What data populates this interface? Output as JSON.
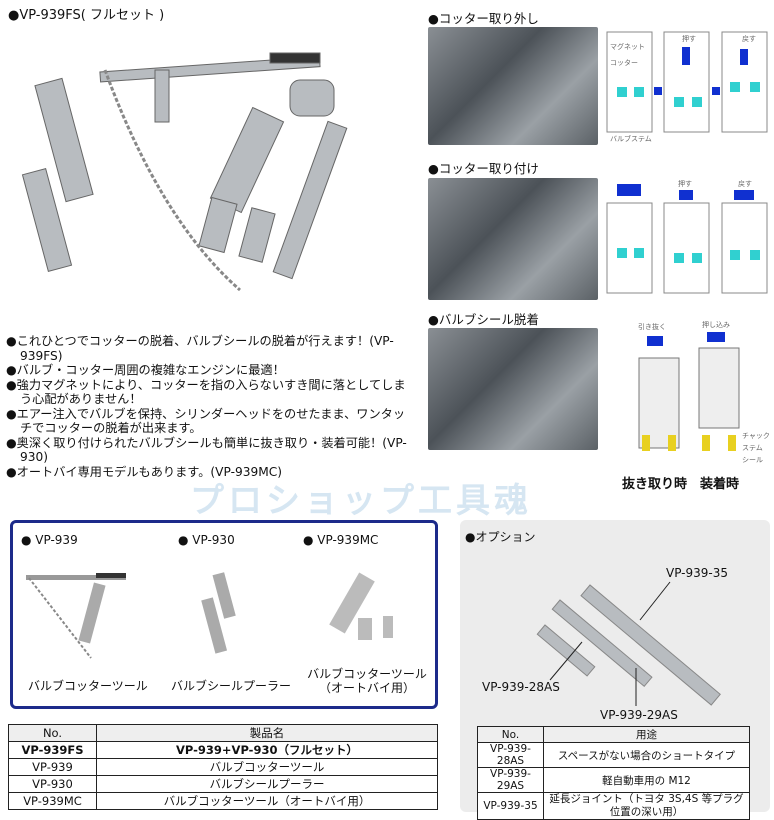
{
  "title": "●VP-939FS( フルセット )",
  "sections": [
    {
      "label": "●コッター取り外し",
      "diagram_labels": [
        "マグネット",
        "コッター",
        "バルブステム",
        "押す",
        "戻す"
      ]
    },
    {
      "label": "●コッター取り付け",
      "diagram_labels": [
        "押す",
        "戻す"
      ]
    },
    {
      "label": "●バルブシール脱着",
      "diagram_labels": [
        "引き抜く",
        "押し込み",
        "チャック",
        "ステム",
        "シール"
      ],
      "captions": [
        "抜き取り時",
        "装着時"
      ]
    }
  ],
  "bullets": [
    "●これひとつでコッターの脱着、バルブシールの脱着が行えます！(VP-939FS)",
    "●バルブ・コッター周囲の複雑なエンジンに最適！",
    "●強力マグネットにより、コッターを指の入らないすき間に落としてしまう心配がありません！",
    "●エアー注入でバルブを保持、シリンダーヘッドをのせたまま、ワンタッチでコッターの脱着が出来ます。",
    "●奥深く取り付けられたバルブシールも簡単に抜き取り・装着可能！(VP-930)",
    "●オートバイ専用モデルもあります。(VP-939MC)"
  ],
  "watermark": "プロショップ工具魂",
  "products": [
    {
      "name": "● VP-939",
      "caption": "バルブコッターツール"
    },
    {
      "name": "● VP-930",
      "caption": "バルブシールプーラー"
    },
    {
      "name": "● VP-939MC",
      "caption": "バルブコッターツール（オートバイ用）"
    }
  ],
  "product_table": {
    "headers": [
      "No.",
      "製品名"
    ],
    "rows": [
      [
        "VP-939FS",
        "VP-939+VP-930（フルセット）"
      ],
      [
        "VP-939",
        "バルブコッターツール"
      ],
      [
        "VP-930",
        "バルブシールプーラー"
      ],
      [
        "VP-939MC",
        "バルブコッターツール（オートバイ用）"
      ]
    ]
  },
  "options": {
    "title": "●オプション",
    "labels": [
      "VP-939-35",
      "VP-939-28AS",
      "VP-939-29AS"
    ],
    "table": {
      "headers": [
        "No.",
        "用途"
      ],
      "rows": [
        [
          "VP-939-28AS",
          "スペースがない場合のショートタイプ"
        ],
        [
          "VP-939-29AS",
          "軽自動車用の M12"
        ],
        [
          "VP-939-35",
          "延長ジョイント（トヨタ 3S,4S 等プラグ位置の深い用）"
        ]
      ]
    }
  },
  "colors": {
    "box_border": "#1c2a8a",
    "arrow": "#1030d0",
    "cotter": "#30d0d0",
    "seal": "#e8d020",
    "option_bg": "#ececec",
    "watermark": "#d6e6f2"
  }
}
